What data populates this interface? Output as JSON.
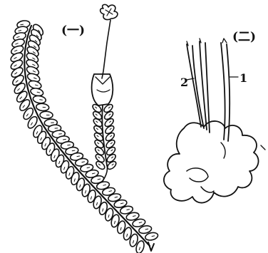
{
  "labels": {
    "figure_one": "(一)",
    "figure_two": "(二)",
    "part_2": "2",
    "part_1": "1"
  },
  "colors": {
    "ink": "#111111",
    "paper": "#ffffff"
  }
}
